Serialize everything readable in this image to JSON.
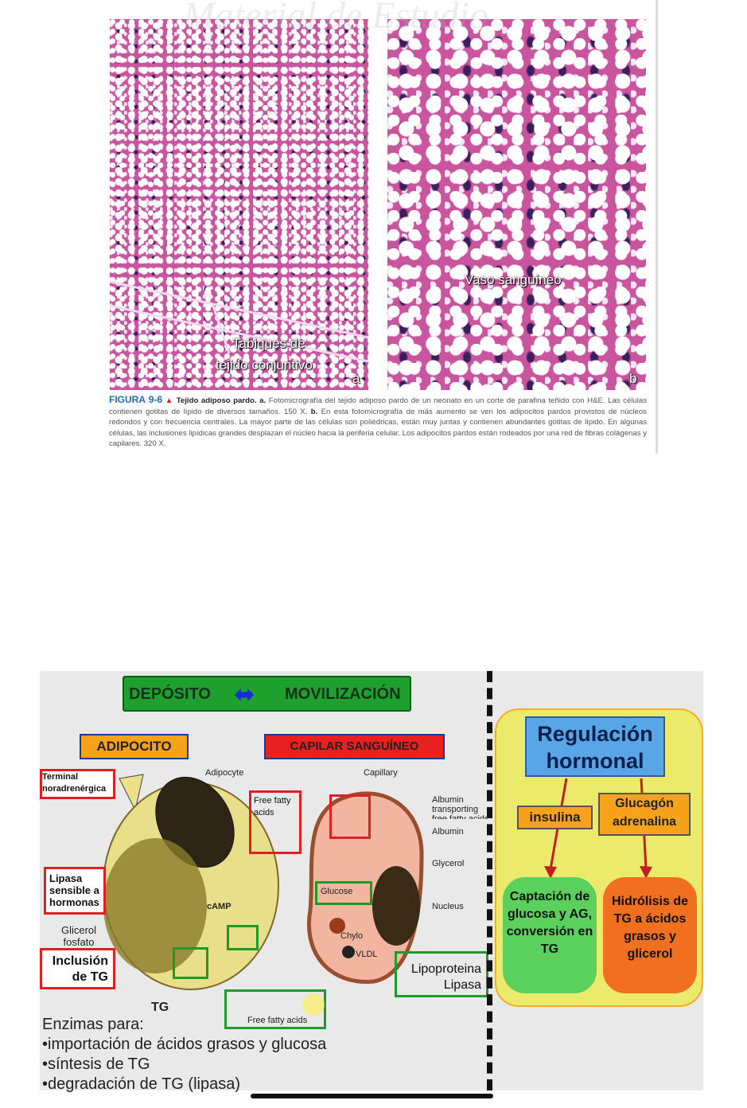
{
  "figure": {
    "panel_a": {
      "label_1": "Tabiques de",
      "label_2": "tejido conjuntivo",
      "letter": "a"
    },
    "panel_b": {
      "label": "Vaso sanguíneo",
      "letter": "b"
    },
    "watermark": "Material de Estudio",
    "caption": {
      "number": "FIGURA 9-6",
      "title": "Tejido adiposo pardo.",
      "a_marker": "a.",
      "a_text": "Fotomicrografía del tejido adiposo pardo de un neonato en un corte de parafina teñido con H&E. Las células contienen gotitas de lípido de diversos tamaños. 150 X.",
      "b_marker": "b.",
      "b_text": "En esta fotomicrografía de más aumento se ven los adipocitos pardos provistos de núcleos redondos y con frecuencia centrales. La mayor parte de las células son poliédricas, están muy juntas y contienen abundantes gotitas de lípido. En algunas células, las inclusiones lipídicas grandes desplazan el núcleo hacia la periferia celular. Los adipocitos pardos están rodeados por una red de fibras colágenas y capilares. 320 X."
    }
  },
  "slide": {
    "header": {
      "left": "DEPÓSITO",
      "right": "MOVILIZACIÓN"
    },
    "adipocito": "ADIPOCITO",
    "capilar": "CAPILAR SANGUÍNEO",
    "labels": {
      "terminal": "Terminal noradrenérgica",
      "adipocyte": "Adipocyte",
      "capillary": "Capillary",
      "ffa_top": "Free fatty acids",
      "albumin_transport": "Albumin transporting free fatty acids",
      "albumin": "Albumin",
      "glycerol": "Glycerol",
      "nucleus": "Nucleus",
      "glucose": "Glucose",
      "chylo": "Chylo",
      "vldl": "VLDL",
      "camp": "cAMP",
      "lipasa_hs": "Lipasa sensible a hormonas",
      "glicerol_fosfato": "Glicerol fosfato",
      "inclusion": "Inclusión de TG",
      "tg": "TG",
      "ffa_bottom": "Free fatty acids",
      "lpl": "Lipoproteina Lipasa"
    },
    "enzimas": {
      "title": "Enzimas para:",
      "items": [
        "•importación de ácidos grasos y glucosa",
        "•síntesis de TG",
        "•degradación de TG (lipasa)"
      ]
    },
    "regulacion": {
      "title_1": "Regulación",
      "title_2": "hormonal",
      "insulina": "insulina",
      "glucagon_1": "Glucagón",
      "glucagon_2": "adrenalina",
      "captacion": "Captación de glucosa y AG, conversión en TG",
      "hidrolisis": "Hidrólisis de TG a ácidos grasos y glicerol"
    }
  }
}
